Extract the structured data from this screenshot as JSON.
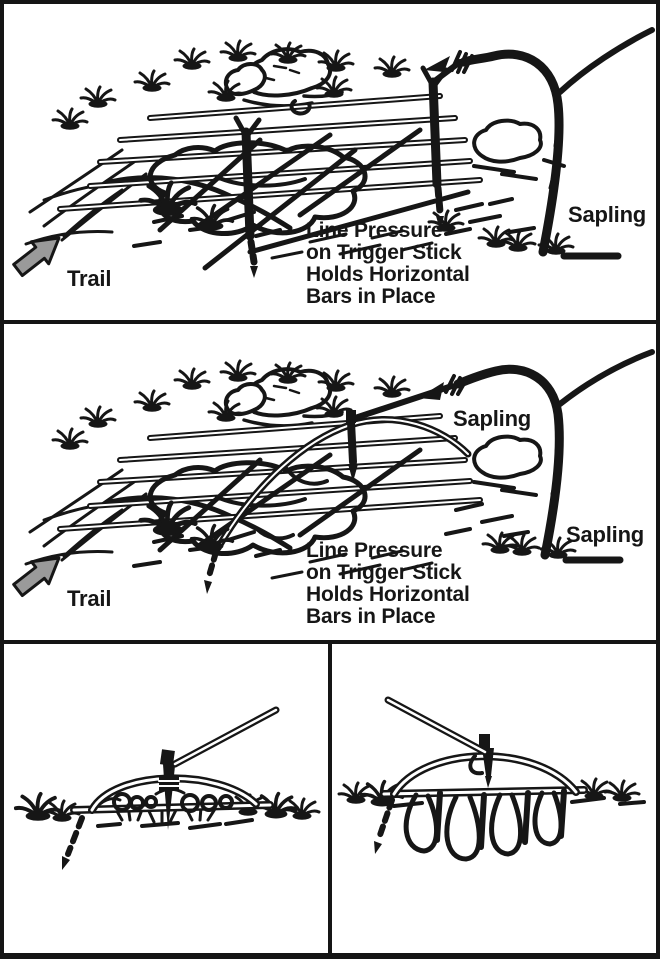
{
  "colors": {
    "ink": "#161616",
    "paper": "#ffffff",
    "arrow_gray": "#9a9a9a",
    "frame": "#151515"
  },
  "panel1": {
    "trail_label": "Trail",
    "sapling_label": "Sapling",
    "caption": "Line Pressure\non Trigger Stick\nHolds Horizontal\nBars in Place"
  },
  "panel2": {
    "trail_label": "Trail",
    "sapling_bent_label": "Sapling",
    "sapling_tree_label": "Sapling",
    "caption": "Line Pressure\non Trigger Stick\nHolds Horizontal\nBars in Place"
  }
}
